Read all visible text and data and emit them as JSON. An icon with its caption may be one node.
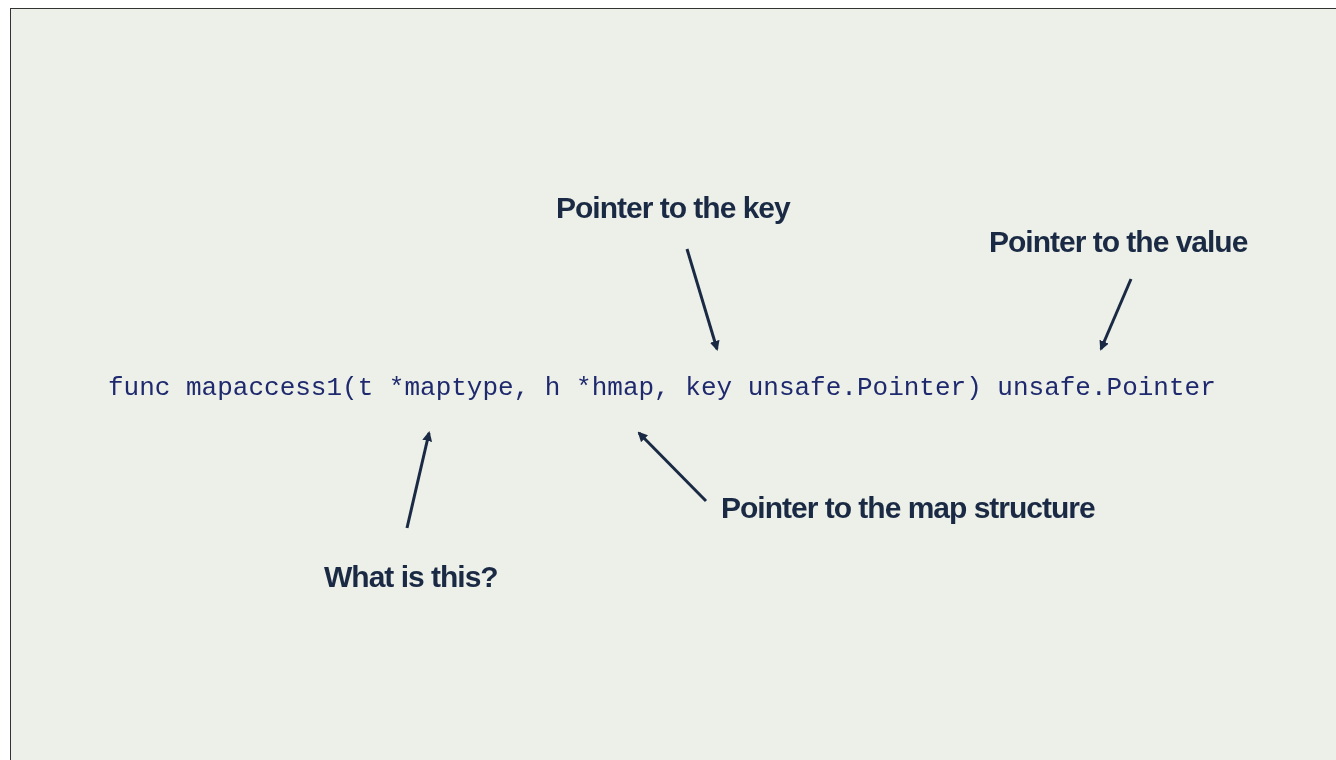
{
  "diagram": {
    "nodes": [
      {
        "text": [
          "Pointer to the key"
        ]
      },
      {
        "text": [
          "Pointer to the value"
        ]
      },
      {
        "text": [
          "Pointer to the map structure"
        ]
      },
      {
        "text": [
          "What is this?"
        ]
      }
    ],
    "edges": [
      {
        "from": 0,
        "to": null,
        "arrow": "to"
      },
      {
        "from": 1,
        "to": null,
        "arrow": "to"
      },
      {
        "from": 2,
        "to": null,
        "arrow": "to"
      },
      {
        "from": 3,
        "to": null,
        "arrow": "to"
      }
    ],
    "labels": [
      "func mapaccess1(t *maptype, h *hmap, key unsafe.Pointer) unsafe.Pointer"
    ]
  }
}
